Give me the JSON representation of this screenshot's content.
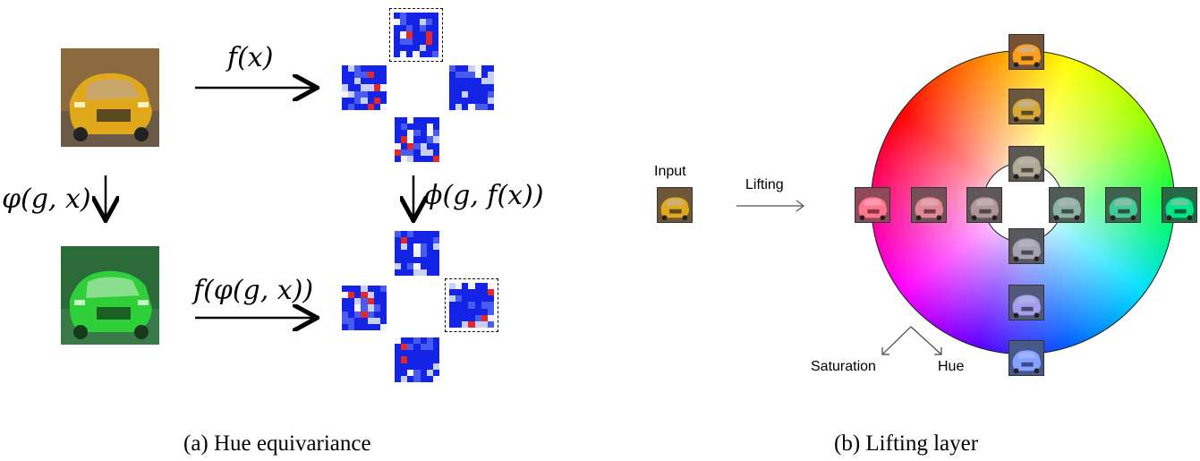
{
  "panel_a": {
    "arrow_top_label": "f(x)",
    "arrow_left_label": "φ(g, x)",
    "arrow_right_label": "ϕ(g, f(x))",
    "arrow_bottom_label": "f(φ(g, x))",
    "caption": "(a) Hue equivariance"
  },
  "panel_b": {
    "input_label": "Input",
    "lifting_label": "Lifting",
    "saturation_label": "Saturation",
    "hue_label": "Hue",
    "caption": "(b) Lifting layer"
  },
  "colors": {
    "car_yellow": "#e0a81a",
    "car_green": "#2fcf3a",
    "map_blue": "#1020e0",
    "map_red": "#e02020",
    "map_white": "#f4f4ff"
  }
}
